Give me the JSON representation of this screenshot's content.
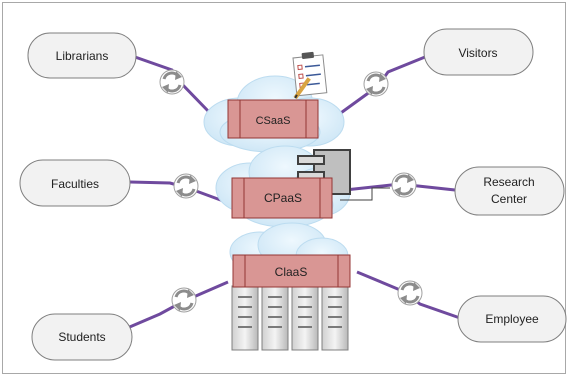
{
  "diagram": {
    "actors": {
      "librarians": "Librarians",
      "visitors": "Visitors",
      "faculties": "Faculties",
      "research_center_line1": "Research",
      "research_center_line2": "Center",
      "students": "Students",
      "employee": "Employee"
    },
    "services": {
      "csaas": "CSaaS",
      "cpaas": "CPaaS",
      "claas": "ClaaS"
    },
    "colors": {
      "actor_fill": "#f2f2f2",
      "actor_stroke": "#7f7f7f",
      "service_fill": "#d99694",
      "service_stroke": "#943634",
      "cloud_fill": "#d7ecf8",
      "connector": "#7b4fa6",
      "cycle_icon": "#9e9e9e"
    },
    "icons": [
      "checklist-icon",
      "component-icon",
      "server-rack-icon",
      "sync-cycle-icon",
      "cloud-icon"
    ]
  }
}
